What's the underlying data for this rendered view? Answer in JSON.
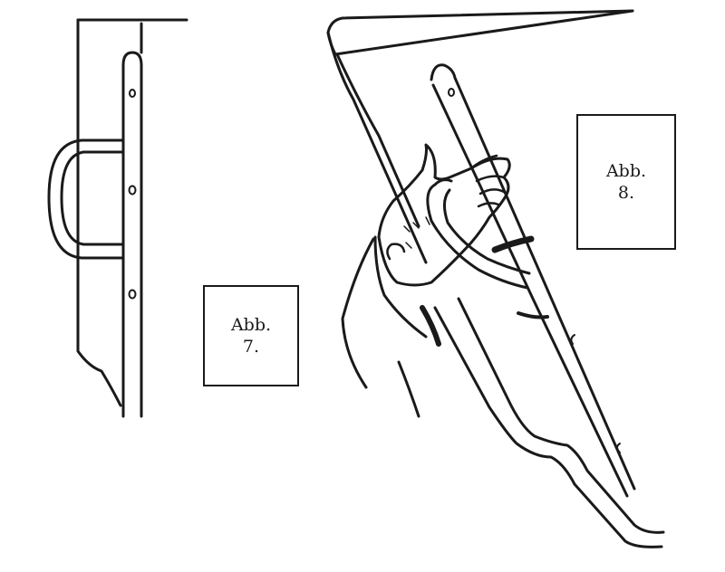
{
  "figures": [
    {
      "abbr": "Abb.",
      "number": "7."
    },
    {
      "abbr": "Abb.",
      "number": "8."
    }
  ],
  "colors": {
    "ink": "#1a1a1a",
    "paper": "#ffffff"
  }
}
